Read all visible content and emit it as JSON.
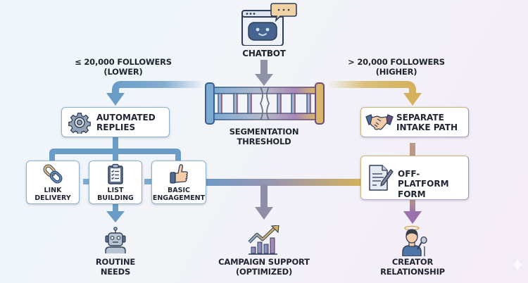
{
  "nodes": {
    "chatbot": {
      "label": "CHATBOT",
      "icon": "chatbot-window-icon"
    },
    "threshold": {
      "label_line1": "SEGMENTATION",
      "label_line2": "THRESHOLD",
      "icon": "gate-icon"
    },
    "automated_replies": {
      "label_line1": "AUTOMATED",
      "label_line2": "REPLIES",
      "icon": "gear-icon"
    },
    "link_delivery": {
      "label_line1": "LINK",
      "label_line2": "DELIVERY",
      "icon": "chain-link-icon"
    },
    "list_building": {
      "label_line1": "LIST",
      "label_line2": "BUILDING",
      "icon": "clipboard-checklist-icon"
    },
    "basic_engagement": {
      "label_line1": "BASIC",
      "label_line2": "ENGAGEMENT",
      "icon": "thumbs-up-icon"
    },
    "separate_intake": {
      "label_line1": "SEPARATE",
      "label_line2": "INTAKE PATH",
      "icon": "handshake-icon"
    },
    "off_platform_form": {
      "label_line1": "OFF-PLATFORM",
      "label_line2": "FORM",
      "icon": "document-pen-icon"
    },
    "routine_needs": {
      "label_line1": "ROUTINE",
      "label_line2": "NEEDS",
      "icon": "robot-icon"
    },
    "campaign_support": {
      "label_line1": "CAMPAIGN SUPPORT",
      "label_line2": "(OPTIMIZED)",
      "icon": "growth-chart-icon"
    },
    "creator_relationship": {
      "label_line1": "CREATOR",
      "label_line2": "RELATIONSHIP",
      "icon": "creator-microphone-icon"
    }
  },
  "branches": {
    "lower": {
      "label_line1": "≤ 20,000 FOLLOWERS",
      "label_line2": "(LOWER)"
    },
    "higher": {
      "label_line1": "> 20,000 FOLLOWERS",
      "label_line2": "(HIGHER)"
    }
  },
  "colors": {
    "lower_path": "#6a9cc8",
    "higher_path": "#d4b15c",
    "center_path": "#8e8ea8",
    "creator_path": "#9b72ad",
    "icon_dark": "#3d4f6e"
  }
}
